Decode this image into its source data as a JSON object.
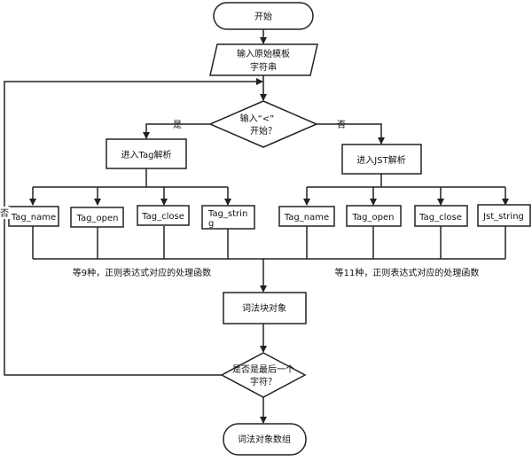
{
  "nodes": {
    "start": "开始",
    "input_line1": "输入原始模板",
    "input_line2": "字符串",
    "decision1_line1": "输入“<”",
    "decision1_line2": "开始？",
    "yes": "是",
    "no": "否",
    "tag_parse": "进入Tag解析",
    "jst_parse": "进入JST解析",
    "left_children": [
      "Tag_name",
      "Tag_open",
      "Tag_close",
      "Tag_strin",
      "g"
    ],
    "right_children": [
      "Tag_name",
      "Tag_open",
      "Tag_close",
      "Jst_string"
    ],
    "left_note": "等9种，正则表达式对应的处理函数",
    "right_note": "等11种，正则表达式对应的处理函数",
    "lex_block": "词法块对象",
    "decision2_line1": "是否是最后一个",
    "decision2_line2": "字符？",
    "loop_no": "否",
    "end": "词法对象数组"
  }
}
